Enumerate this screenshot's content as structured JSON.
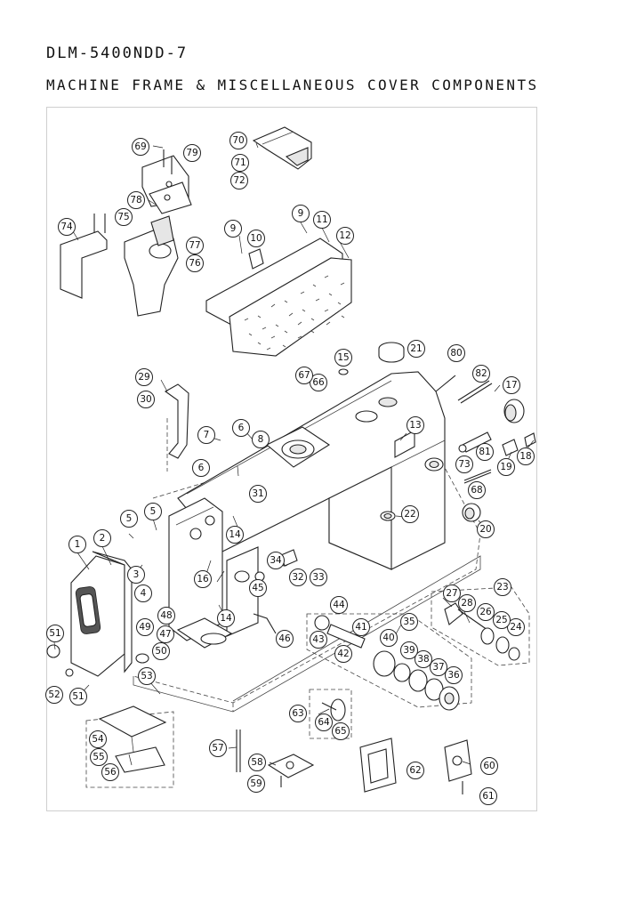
{
  "header": {
    "model": "DLM-5400NDD-7",
    "title": "MACHINE FRAME & MISCELLANEOUS COVER COMPONENTS"
  },
  "callouts": [
    {
      "label": "1"
    },
    {
      "label": "2"
    },
    {
      "label": "3"
    },
    {
      "label": "4"
    },
    {
      "label": "5"
    },
    {
      "label": "5"
    },
    {
      "label": "6"
    },
    {
      "label": "6"
    },
    {
      "label": "7"
    },
    {
      "label": "8"
    },
    {
      "label": "9"
    },
    {
      "label": "9"
    },
    {
      "label": "10"
    },
    {
      "label": "11"
    },
    {
      "label": "12"
    },
    {
      "label": "13"
    },
    {
      "label": "14"
    },
    {
      "label": "14"
    },
    {
      "label": "15"
    },
    {
      "label": "16"
    },
    {
      "label": "17"
    },
    {
      "label": "18"
    },
    {
      "label": "19"
    },
    {
      "label": "20"
    },
    {
      "label": "21"
    },
    {
      "label": "22"
    },
    {
      "label": "23"
    },
    {
      "label": "24"
    },
    {
      "label": "25"
    },
    {
      "label": "26"
    },
    {
      "label": "27"
    },
    {
      "label": "28"
    },
    {
      "label": "29"
    },
    {
      "label": "30"
    },
    {
      "label": "31"
    },
    {
      "label": "32"
    },
    {
      "label": "33"
    },
    {
      "label": "34"
    },
    {
      "label": "35"
    },
    {
      "label": "36"
    },
    {
      "label": "37"
    },
    {
      "label": "38"
    },
    {
      "label": "39"
    },
    {
      "label": "40"
    },
    {
      "label": "41"
    },
    {
      "label": "42"
    },
    {
      "label": "43"
    },
    {
      "label": "44"
    },
    {
      "label": "45"
    },
    {
      "label": "46"
    },
    {
      "label": "47"
    },
    {
      "label": "48"
    },
    {
      "label": "49"
    },
    {
      "label": "50"
    },
    {
      "label": "51"
    },
    {
      "label": "51"
    },
    {
      "label": "52"
    },
    {
      "label": "53"
    },
    {
      "label": "54"
    },
    {
      "label": "55"
    },
    {
      "label": "56"
    },
    {
      "label": "57"
    },
    {
      "label": "58"
    },
    {
      "label": "59"
    },
    {
      "label": "60"
    },
    {
      "label": "61"
    },
    {
      "label": "62"
    },
    {
      "label": "63"
    },
    {
      "label": "64"
    },
    {
      "label": "65"
    },
    {
      "label": "66"
    },
    {
      "label": "67"
    },
    {
      "label": "68"
    },
    {
      "label": "69"
    },
    {
      "label": "70"
    },
    {
      "label": "71"
    },
    {
      "label": "72"
    },
    {
      "label": "73"
    },
    {
      "label": "74"
    },
    {
      "label": "75"
    },
    {
      "label": "76"
    },
    {
      "label": "77"
    },
    {
      "label": "78"
    },
    {
      "label": "79"
    },
    {
      "label": "80"
    },
    {
      "label": "81"
    },
    {
      "label": "82"
    }
  ]
}
